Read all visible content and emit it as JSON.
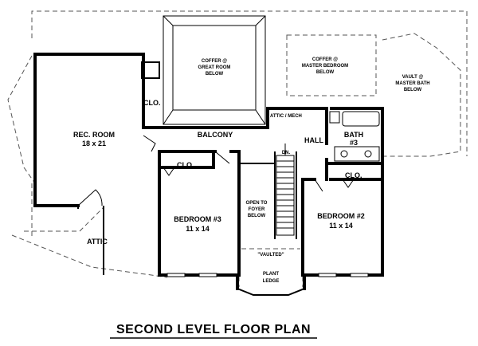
{
  "title": "SECOND LEVEL FLOOR PLAN",
  "rooms": {
    "rec_room": {
      "name": "REC. ROOM",
      "size": "18 x 21"
    },
    "bedroom3": {
      "name": "BEDROOM #3",
      "size": "11 x 14"
    },
    "bedroom2": {
      "name": "BEDROOM #2",
      "size": "11 x 14"
    },
    "bath3": {
      "name": "BATH",
      "number": "#3"
    }
  },
  "labels": {
    "balcony": "BALCONY",
    "hall": "HALL",
    "attic_mech": "ATTIC / MECH",
    "attic": "ATTIC",
    "clo_rec": "CLO.",
    "clo_bed3": "CLO.",
    "clo_bed2": "CLO.",
    "dn": "DN.",
    "coffer_great_room": [
      "COFFER @",
      "GREAT ROOM",
      "BELOW"
    ],
    "coffer_master_bedroom": [
      "COFFER @",
      "MASTER BEDROOM",
      "BELOW"
    ],
    "vault_master_bath": [
      "VAULT @",
      "MASTER BATH",
      "BELOW"
    ],
    "open_to_foyer": [
      "OPEN TO",
      "FOYER",
      "BELOW"
    ],
    "vaulted": "\"VAULTED\"",
    "plant_ledge": [
      "PLANT",
      "LEDGE"
    ]
  }
}
